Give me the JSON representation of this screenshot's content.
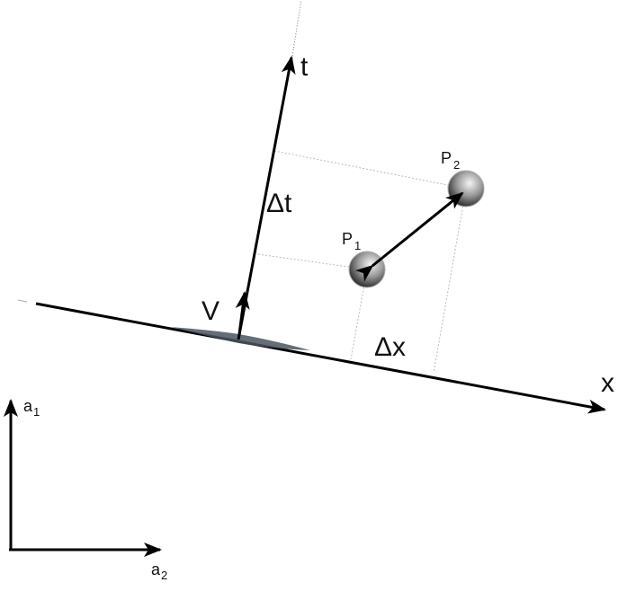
{
  "labels": {
    "t_axis": "t",
    "x_axis": "x",
    "delta_t": "Δt",
    "delta_x": "Δx",
    "velocity": "V",
    "p1": {
      "main": "P",
      "sub": "1"
    },
    "p2": {
      "main": "P",
      "sub": "2"
    },
    "a1": {
      "main": "a",
      "sub": "1"
    },
    "a2": {
      "main": "a",
      "sub": "2"
    }
  }
}
